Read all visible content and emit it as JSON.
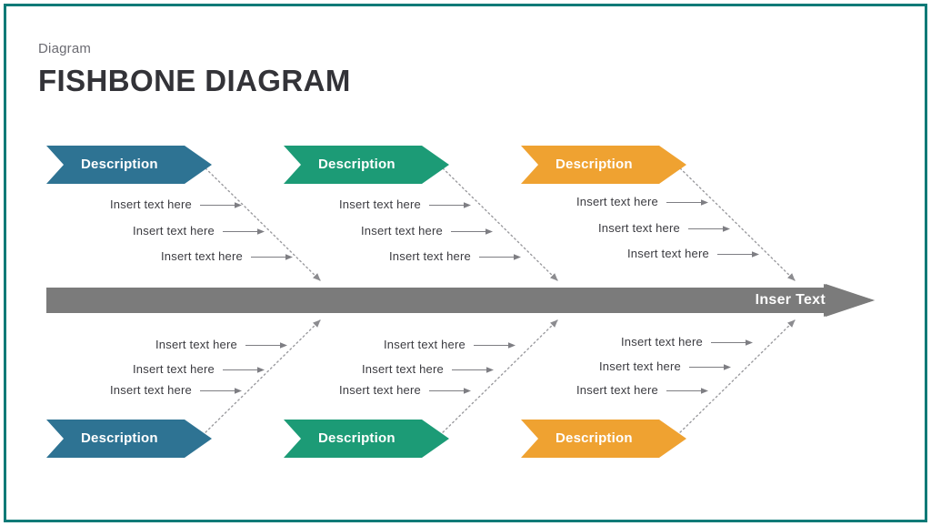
{
  "slide": {
    "eyebrow": "Diagram",
    "title": "FISHBONE DIAGRAM",
    "frame_color": "#0d7a77",
    "background": "#ffffff"
  },
  "spine": {
    "label": "Inser Text",
    "color": "#7b7b7b",
    "arrow_direction": "right"
  },
  "palette": {
    "blue": "#2e7393",
    "green": "#1c9b76",
    "orange": "#efa231",
    "spine_gray": "#7b7b7b",
    "text_dark": "#3b3b40",
    "title_dark": "#333338",
    "eyebrow_gray": "#6b6b72",
    "bone_line": "#9a9a9e"
  },
  "branches": [
    {
      "id": "top-blue",
      "side": "top",
      "color": "#2e7393",
      "banner_label": "Description",
      "items": [
        {
          "label": "Insert text here"
        },
        {
          "label": "Insert text here"
        },
        {
          "label": "Insert text here"
        }
      ]
    },
    {
      "id": "top-green",
      "side": "top",
      "color": "#1c9b76",
      "banner_label": "Description",
      "items": [
        {
          "label": "Insert text here"
        },
        {
          "label": "Insert text here"
        },
        {
          "label": "Insert text here"
        }
      ]
    },
    {
      "id": "top-orange",
      "side": "top",
      "color": "#efa231",
      "banner_label": "Description",
      "items": [
        {
          "label": "Insert text here"
        },
        {
          "label": "Insert text here"
        },
        {
          "label": "Insert text here"
        }
      ]
    },
    {
      "id": "bottom-blue",
      "side": "bottom",
      "color": "#2e7393",
      "banner_label": "Description",
      "items": [
        {
          "label": "Insert text here"
        },
        {
          "label": "Insert text here"
        },
        {
          "label": "Insert text here"
        }
      ]
    },
    {
      "id": "bottom-green",
      "side": "bottom",
      "color": "#1c9b76",
      "banner_label": "Description",
      "items": [
        {
          "label": "Insert text here"
        },
        {
          "label": "Insert text here"
        },
        {
          "label": "Insert text here"
        }
      ]
    },
    {
      "id": "bottom-orange",
      "side": "bottom",
      "color": "#efa231",
      "banner_label": "Description",
      "items": [
        {
          "label": "Insert text here"
        },
        {
          "label": "Insert text here"
        },
        {
          "label": "Insert text here"
        }
      ]
    }
  ]
}
